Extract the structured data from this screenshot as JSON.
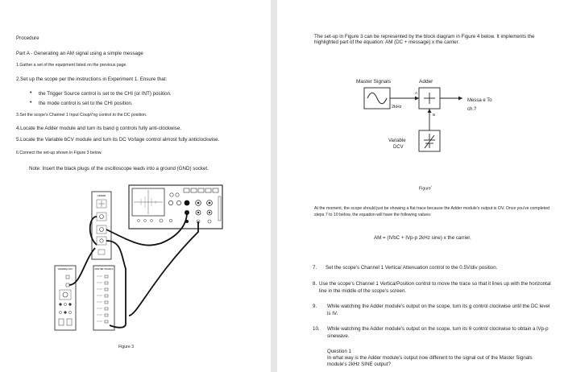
{
  "left": {
    "heading": "Procedure",
    "part_title": "Part A - Generating an AM signal using a simple message",
    "steps": [
      "1.Gather a set of the equipment listed on the previous page.",
      "2.Set up the scope per the instructions in Experiment 1. Ensure that:",
      "3.Set the scope's Channel 1 Input Coup//'ng control to the DC position.",
      "4.Locate the Adder module and turn its band g controls fully anti-clockwise.",
      "5.Locate the Variable bCV module and turn its DC Vo/tage control almost fully anticlockwise.",
      "6.Connect the set-up shown in Figure 3 below."
    ],
    "bullets": [
      "the Trigger Source control is set to the CHI (or INT) position.",
      "the mode control is set to the CHI position."
    ],
    "note": "Note: Insert the black plugs of the oscilloscope leads into a ground (GND) socket.",
    "figure_caption": "Figure 3"
  },
  "right": {
    "intro": "The set-up in Figure 3 can be represented by the block diagram in Figure 4 below. It implements the highlighted part of the equation: AM (DC + message) x the carrier.",
    "diagram": {
      "master_label": "Master Signals",
      "adder_label": "Adder",
      "freq_label": "2kHz",
      "port_a": "A",
      "port_b": "B",
      "output_label_1": "Messa e To",
      "output_label_2": "ch.?",
      "dcv_label_1": "Variable",
      "dcv_label_2": "DCV"
    },
    "figure_caption": "Figure",
    "figure_sup": "⁴",
    "para": "At the moment, the scope should just be showing a flat trace because the Adder module's output is OV. Once you've completed steps 7 to 10 below, the equation will have the following values:",
    "equation": "AM = (IVbC + IVp-p 2kHz sine) x the carrier.",
    "steps": [
      {
        "num": "7.",
        "text": "Set the scope's Channel 1 Vertica/ Attenuation control to the 0.5V/div position."
      },
      {
        "num": "8.",
        "text": "Use the scope's Channel 1 Vertica/Position control to move the trace so that it lines up with the horizontal line in the middle of the scope's screen."
      },
      {
        "num": "9.",
        "text": "While watching the Adder module's output on the scope, turn its g control clockwise until the DC level is IV."
      },
      {
        "num": "10.",
        "text": "While watching the Adder module's output on the scope, turn its 6 control clockwise to obtain a lVp-p sinewave."
      }
    ],
    "question_title": "Question 1",
    "question_text": "In what way is the Adder module's output now different to the signal out of the Master Signals module's 2kHz SINE output?"
  },
  "figure3_labels": {
    "adder": "ADDER",
    "variable_dcv": "VARIABLE DCV",
    "master_signals": "MASTER SIGNALS"
  }
}
